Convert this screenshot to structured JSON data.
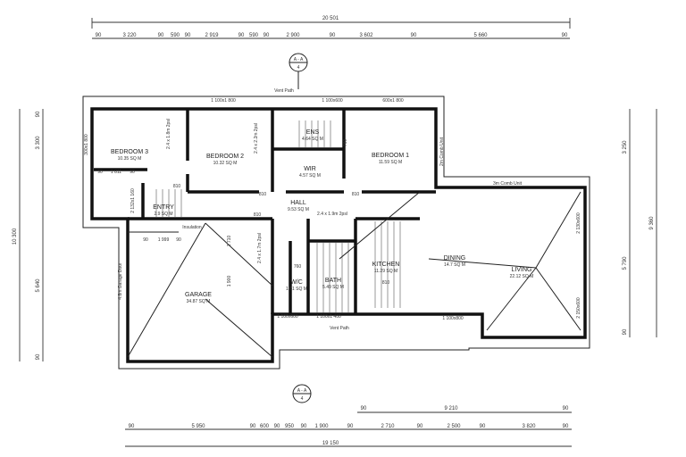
{
  "top_dims": {
    "overall": "20 501",
    "segments": [
      "90",
      "3 220",
      "90",
      "590",
      "90",
      "2 919",
      "90",
      "590",
      "90",
      "2 900",
      "90",
      "3 602",
      "90",
      "5 660",
      "90"
    ]
  },
  "bottom_dims": {
    "overall": "19 150",
    "rear": "9 210",
    "rear_ends": [
      "90",
      "90"
    ],
    "segments": [
      "90",
      "5 950",
      "90",
      "600",
      "90",
      "950",
      "90",
      "1 900",
      "90",
      "2 710",
      "90",
      "2 500",
      "90",
      "3 820",
      "90"
    ]
  },
  "left_dims": {
    "overall": "10 300",
    "parts": [
      "3 300",
      "5 640",
      "90",
      "90"
    ]
  },
  "right_dims": {
    "overall": "9 360",
    "parts": [
      "3 250",
      "5 790",
      "90"
    ]
  },
  "section_marker": {
    "label": "A - A",
    "sheet": "4"
  },
  "rooms": [
    {
      "name": "BEDROOM 3",
      "area": "10.35 SQ M"
    },
    {
      "name": "BEDROOM 2",
      "area": "10.32 SQ M"
    },
    {
      "name": "ENS",
      "area": "4.64 SQ M"
    },
    {
      "name": "WIR",
      "area": "4.57 SQ M"
    },
    {
      "name": "BEDROOM 1",
      "area": "11.59 SQ M"
    },
    {
      "name": "HALL",
      "area": "9.53 SQ M"
    },
    {
      "name": "ENTRY",
      "area": "2.9 SQ M"
    },
    {
      "name": "GARAGE",
      "area": "34.87 SQ M"
    },
    {
      "name": "W/C",
      "area": "1.61 SQ M"
    },
    {
      "name": "BATH",
      "area": "5.49 SQ M"
    },
    {
      "name": "KITCHEN",
      "area": "11.29 SQ M"
    },
    {
      "name": "DINING",
      "area": "14.7 SQ M"
    },
    {
      "name": "LIVING",
      "area": "22.12 SQ M"
    }
  ],
  "notes": {
    "vent_path_top": "Vent Path",
    "win_w3": "1 100x1 800",
    "win_w4": "1 100x600",
    "win_w5": "600x1 800",
    "robe_b3": "2.4 x 1.8m 2psl",
    "robe_b2": "2.4 x 2.2m 2psl",
    "robe_hall": "2.4 x 1.9m 2psl",
    "robe_garage": "2.4 x 1.7m 2psl",
    "comb_unit_side": "2m Comb Unit",
    "comb_unit": "3m Comb Unit",
    "win_left": "300x1 800",
    "entry_win": "2 132x1 160",
    "garage_door": "4.8m Garage Door",
    "insulation": "Insulation",
    "garage_width": "1 999",
    "garage_ends": [
      "90",
      "90"
    ],
    "door_810": "810",
    "door_760": "760",
    "door_700": "700",
    "win_bath1": "1 100x600",
    "win_bath2": "1 100x1 400",
    "win_kitchen": "1 100x800",
    "vent_path_bottom": "Vent Path",
    "win_living1": "2 130x600",
    "win_living2": "2 150x600",
    "b3_dims": [
      "90",
      "1 811",
      "90"
    ],
    "garage_side": [
      "1 710",
      "1 900"
    ]
  }
}
